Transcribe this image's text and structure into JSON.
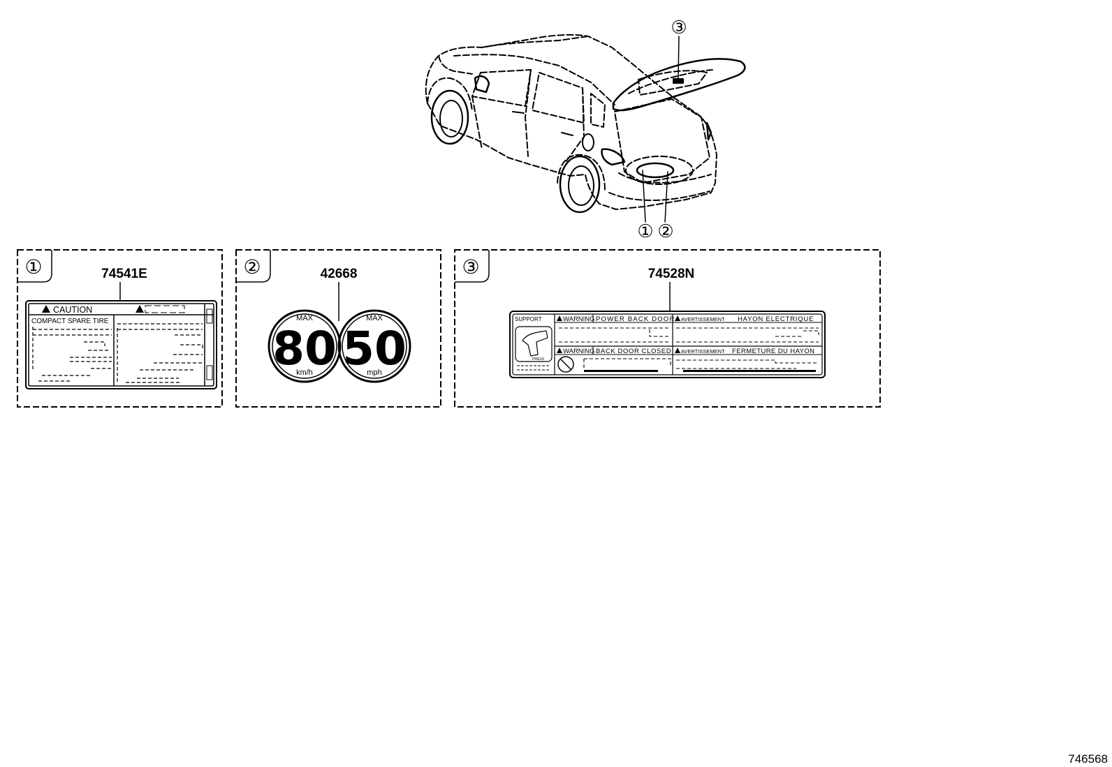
{
  "callouts": {
    "one": "①",
    "two": "②",
    "three": "③"
  },
  "panels": [
    {
      "index": "①",
      "part_number": "74541E",
      "label": {
        "caution": "CAUTION",
        "spare_tire": "COMPACT SPARE TIRE"
      }
    },
    {
      "index": "②",
      "part_number": "42668",
      "label": {
        "left": {
          "top": "MAX",
          "value": "80",
          "unit": "km/h"
        },
        "right": {
          "top": "MAX",
          "value": "50",
          "unit": "mph"
        }
      }
    },
    {
      "index": "③",
      "part_number": "74528N",
      "label": {
        "corner": "SUPPORT",
        "warning_1": "WARNING",
        "warning_1_text": "POWER BACK DOOR",
        "avert_1": "AVERTISSEMENT",
        "avert_1_text": "HAYON ELECTRIQUE",
        "warning_2": "WARNING",
        "warning_2_text": "BACK DOOR CLOSED",
        "avert_2": "AVERTISSEMENT",
        "avert_2_text": "FERMETURE DU HAYON",
        "pictogram_label": "PRESS"
      }
    }
  ],
  "diagram_id": "746568",
  "icons": {
    "warning": "warning-triangle-icon",
    "hand": "hand-press-icon",
    "no_touch": "prohibition-icon"
  }
}
